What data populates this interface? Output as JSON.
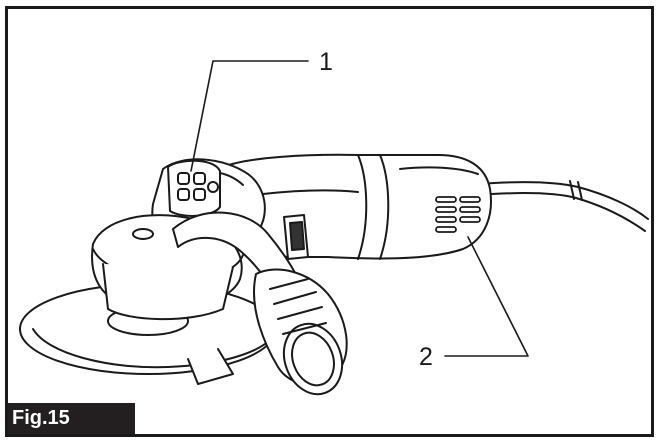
{
  "figure": {
    "label": "Fig.15",
    "label_bg": "#231f20",
    "label_fg": "#ffffff",
    "line_color": "#1a1a1a"
  },
  "callouts": [
    {
      "id": "1",
      "text": "1"
    },
    {
      "id": "2",
      "text": "2"
    }
  ]
}
